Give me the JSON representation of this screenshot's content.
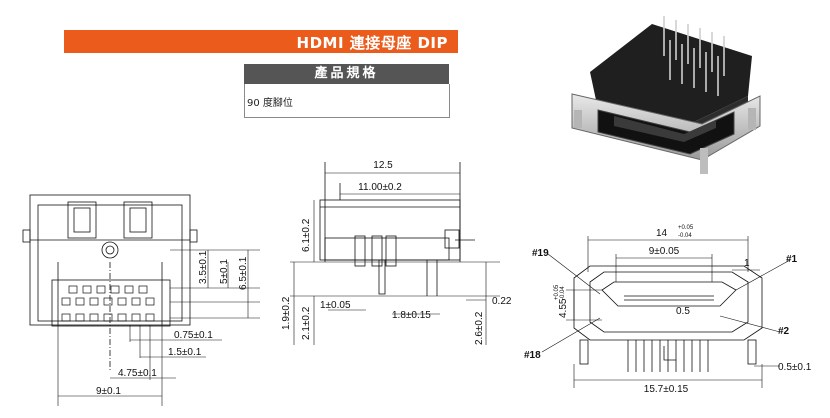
{
  "banner": {
    "title": "HDMI 連接母座 DIP"
  },
  "spec": {
    "header": "產品規格",
    "value": "90 度腳位"
  },
  "front_view": {
    "dims": {
      "d1": "3.5±0.1",
      "d2": "5±0.1",
      "d3": "6.5±0.1",
      "d4": "0.75±0.1",
      "d5": "1.5±0.1",
      "d6": "4.75±0.1",
      "d7": "9±0.1"
    }
  },
  "side_view": {
    "dims": {
      "d1": "12.5",
      "d2": "11.00±0.2",
      "d3": "6.1±0.2",
      "d4": "1.9±0.2",
      "d5": "2.1±0.2",
      "d6": "1±0.05",
      "d7": "1.8±0.15",
      "d8": "0.22",
      "d9": "2.6±0.2"
    }
  },
  "pin_view": {
    "dims": {
      "d1": "14",
      "d1_tol_plus": "+0.05",
      "d1_tol_minus": "-0.04",
      "d2": "9±0.05",
      "d3": "1",
      "d4": "4.55",
      "d4_tol_plus": "+0.05",
      "d4_tol_minus": "-0.04",
      "d5": "0.5",
      "d6": "15.7±0.15",
      "d7": "0.5±0.1"
    },
    "pins": {
      "p19": "#19",
      "p1": "#1",
      "p2": "#2",
      "p18": "#18"
    }
  },
  "photo": {
    "alt_icon": "hdmi-connector-photo"
  },
  "colors": {
    "accent": "#ea5b1c",
    "header_bg": "#555555"
  }
}
